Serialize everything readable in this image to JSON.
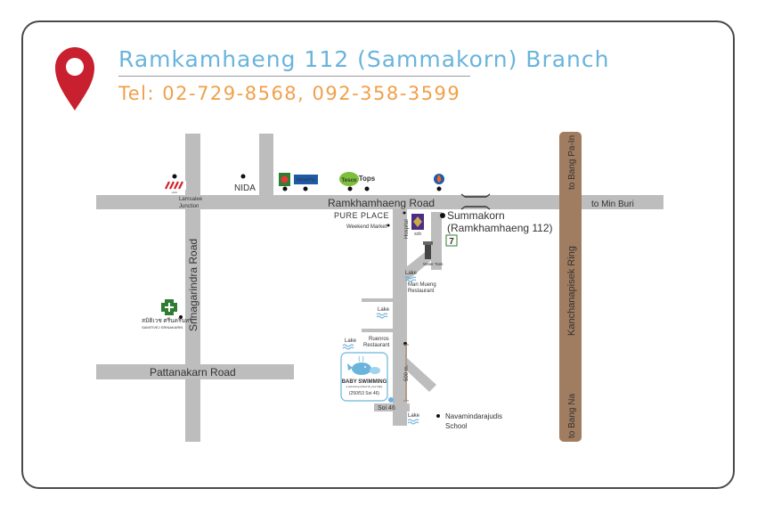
{
  "header": {
    "title": "Ramkamhaeng 112 (Sammakorn) Branch",
    "tel": "Tel: 02-729-8568, 092-358-3599",
    "pin_color": "#c8202e"
  },
  "colors": {
    "road": "#bdbdbd",
    "ring_road": "#a07c60",
    "title": "#6ab4dc",
    "tel": "#f0a04b",
    "water": "#5aa9d6"
  },
  "roads": {
    "main": "Ramkhamhaeng Road",
    "srinagarindra": "Srinagarindra Road",
    "pattanakarn": "Pattanakarn Road",
    "ring": "Kanchanapisek Ring",
    "soi": "Soi 46"
  },
  "directions": {
    "min_buri": "to Min Buri",
    "bang_pain": "to Bang Pa-In",
    "bang_na": "to Bang Na"
  },
  "places": {
    "lamsalee": [
      "Lamsalee",
      "Junction"
    ],
    "nida": "NIDA",
    "pure_place": "PURE PLACE",
    "weekend_market": "Weekend Market",
    "hospital": "Hospital",
    "scb": "scb",
    "summakorn": [
      "Summakorn",
      "(Ramkhamhaeng 112)"
    ],
    "water_tank": "Water Tank",
    "lake_1": "Lake",
    "man_mueng": [
      "Man Mueng",
      "Restaurant"
    ],
    "lake_2": "Lake",
    "lake_3": "Lake",
    "ruenros": [
      "Ruenros",
      "Restaurant"
    ],
    "lake_4": "Lake",
    "navamindarajudis": [
      "Navamindarajudis",
      "School"
    ],
    "distance": "500 m.",
    "samitivej": [
      "สมิติเวช ศรีนครินทร์",
      "SAMITIVEJ SRINAKARIN"
    ]
  },
  "baby_swimming": {
    "name": "BABY SWIMMING",
    "tagline": "a swimming school for your baby",
    "address": "(250/53 Soi 46)"
  },
  "brands": {
    "tesco": "Tesco",
    "tops": "Tops",
    "homepro": "HomePro",
    "lulu": "LULU"
  }
}
